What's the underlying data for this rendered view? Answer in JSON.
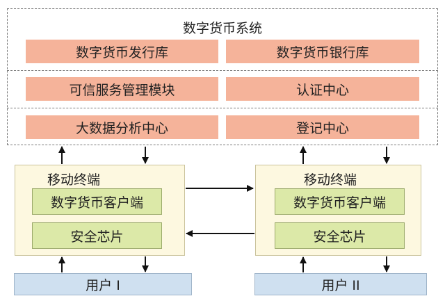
{
  "system": {
    "title": "数字货币系统",
    "rows": [
      [
        "数字货币发行库",
        "数字货币银行库"
      ],
      [
        "可信服务管理模块",
        "认证中心"
      ],
      [
        "大数据分析中心",
        "登记中心"
      ]
    ]
  },
  "devices": [
    {
      "label": "移动终端",
      "client": "数字货币客户端",
      "chip": "安全芯片",
      "user": "用户 I"
    },
    {
      "label": "移动终端",
      "client": "数字货币客户端",
      "chip": "安全芯片",
      "user": "用户 II"
    }
  ],
  "colors": {
    "module_fill": "#f5b39a",
    "device_fill": "#fdf8e0",
    "component_fill": "#dce9a8",
    "user_fill": "#cfe0f0"
  }
}
